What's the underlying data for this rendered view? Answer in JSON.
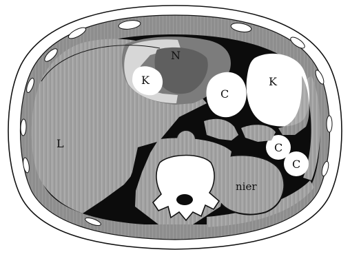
{
  "figure": {
    "labels": {
      "liver": "L",
      "pancreas_left": "K",
      "pancreas_right": "K",
      "stomach_top": "N",
      "colon_1": "C",
      "colon_2": "C",
      "colon_3": "C",
      "kidney": "nier"
    }
  }
}
